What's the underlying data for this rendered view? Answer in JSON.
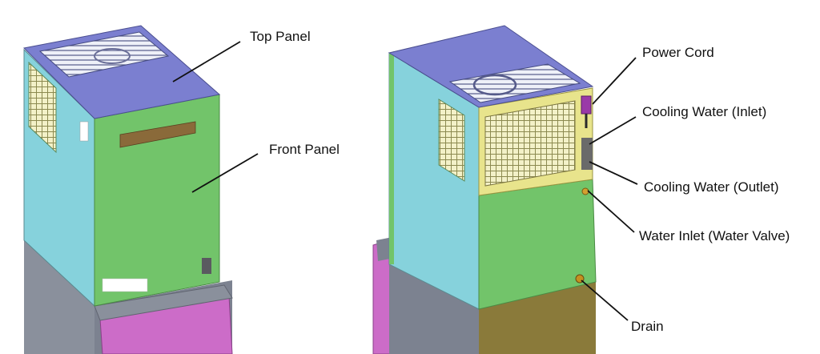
{
  "labels": {
    "top_panel": "Top Panel",
    "front_panel": "Front Panel",
    "power_cord": "Power Cord",
    "cooling_water_inlet": "Cooling Water (Inlet)",
    "cooling_water_outlet": "Cooling Water (Outlet)",
    "water_inlet_valve": "Water Inlet (Water Valve)",
    "drain": "Drain"
  },
  "colors": {
    "top_panel": "#7b7fd0",
    "front_panel": "#72c46a",
    "side_panel": "#86d2dc",
    "base_gray": "#8a909c",
    "bin_magenta": "#cc6cc8",
    "lower_olive": "#8a7a3a",
    "grill_yellow": "#e8e48c",
    "power_cord": "#9a3aa8",
    "drain_fitting": "#c49020"
  }
}
